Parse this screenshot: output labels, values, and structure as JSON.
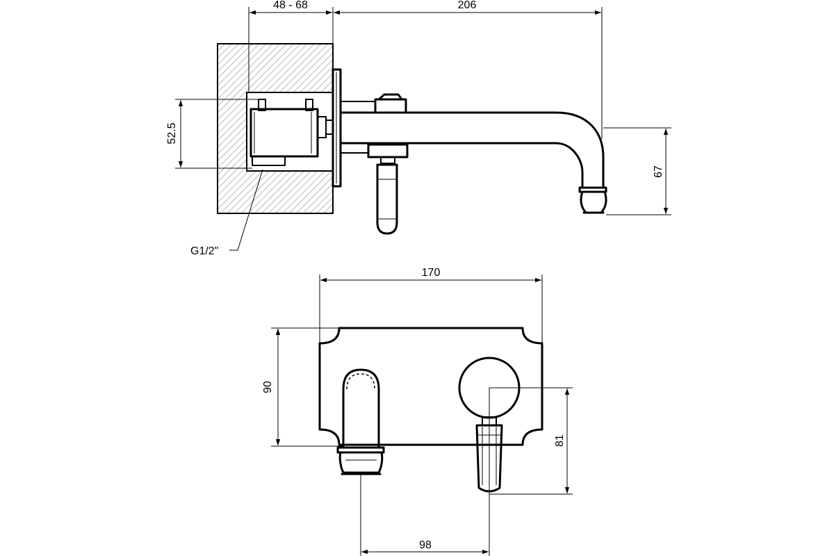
{
  "dimensions": {
    "recess_depth": "48 - 68",
    "spout_projection": "206",
    "body_height": "52.5",
    "spout_height": "67",
    "thread": "G1/2\"",
    "plate_width": "170",
    "plate_height": "90",
    "handle_height": "81",
    "spout_handle_distance": "98"
  },
  "colors": {
    "line": "#000000",
    "background": "#ffffff"
  }
}
